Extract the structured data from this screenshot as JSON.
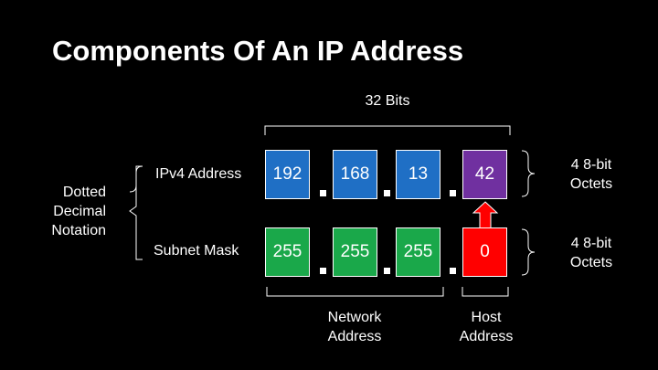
{
  "title": "Components Of An IP Address",
  "bits_label": "32 Bits",
  "dotted_decimal": [
    "Dotted",
    "Decimal",
    "Notation"
  ],
  "ipv4": {
    "label": "IPv4 Address",
    "octets": [
      "192",
      "168",
      "13",
      "42"
    ],
    "colors": [
      "#1f6fc5",
      "#1f6fc5",
      "#1f6fc5",
      "#7030a0"
    ],
    "side_label": [
      "4 8-bit",
      "Octets"
    ]
  },
  "subnet": {
    "label": "Subnet Mask",
    "octets": [
      "255",
      "255",
      "255",
      "0"
    ],
    "colors": [
      "#1aa84a",
      "#1aa84a",
      "#1aa84a",
      "#ff0000"
    ],
    "side_label": [
      "4 8-bit",
      "Octets"
    ]
  },
  "network_address": [
    "Network",
    "Address"
  ],
  "host_address": [
    "Host",
    "Address"
  ],
  "arrow_color": "#ff0000"
}
